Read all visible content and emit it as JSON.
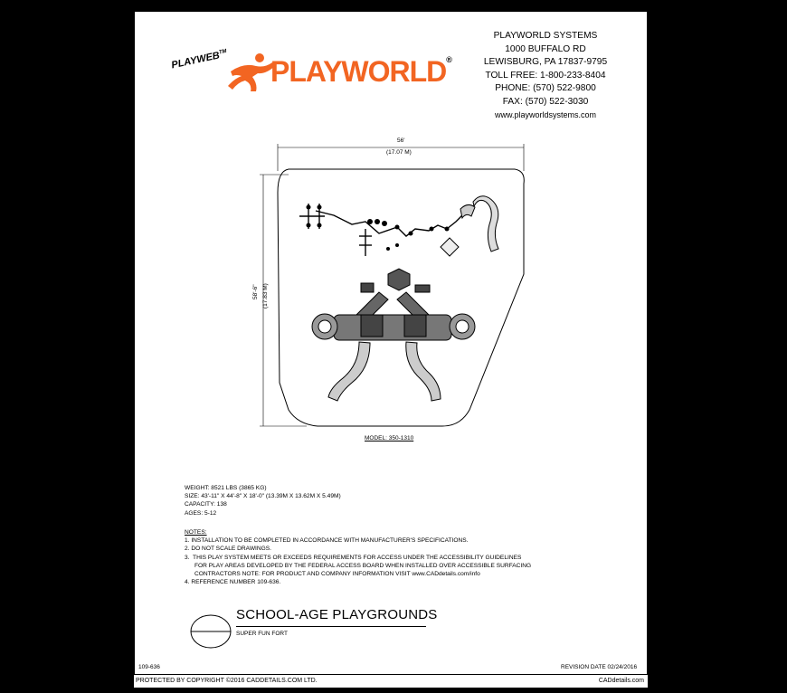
{
  "brand": {
    "playweb": "PLAYWEB",
    "tm": "TM",
    "logo_text": "PLAYWORLD",
    "registered": "®",
    "accent_color": "#f26522"
  },
  "address": {
    "lines": [
      "PLAYWORLD SYSTEMS",
      "1000 BUFFALO RD",
      "LEWISBURG, PA 17837-9795",
      "TOLL FREE: 1-800-233-8404",
      "PHONE: (570) 522-9800",
      "FAX: (570) 522-3030",
      "www.playworldsystems.com"
    ]
  },
  "drawing": {
    "width_dim": "56'",
    "width_dim_metric": "(17.07 M)",
    "height_dim": "58'-6\"",
    "height_dim_metric": "(17.83 M)",
    "model": "MODEL: 350-1310"
  },
  "specs": {
    "weight": "WEIGHT: 8521 LBS (3865 KG)",
    "size": "SIZE: 43'-11\" X 44'-8\" X 18'-0\" (13.39M X 13.62M X 5.49M)",
    "capacity": "CAPACITY: 138",
    "ages": "AGES: 5-12"
  },
  "notes": {
    "heading": "NOTES:",
    "items": [
      "1.  INSTALLATION TO BE COMPLETED IN ACCORDANCE WITH MANUFACTURER'S SPECIFICATIONS.",
      "2.  DO NOT SCALE DRAWINGS.",
      "3.  THIS PLAY SYSTEM MEETS OR EXCEEDS REQUIREMENTS FOR ACCESS UNDER THE ACCESSIBILITY GUIDELINES",
      "      FOR PLAY AREAS DEVELOPED BY THE FEDERAL ACCESS BOARD WHEN INSTALLED OVER ACCESSIBLE SURFACING",
      "      CONTRACTORS NOTE: FOR PRODUCT AND COMPANY INFORMATION VISIT www.CADdetails.com/info",
      "4.  REFERENCE NUMBER 109-636."
    ]
  },
  "title_block": {
    "title": "SCHOOL-AGE PLAYGROUNDS",
    "subtitle": "SUPER FUN FORT",
    "drawing_number": "109-636",
    "revision": "REVISION DATE 02/24/2016"
  },
  "footer": {
    "copyright": "PROTECTED BY COPYRIGHT ©2016 CADDETAILS.COM LTD.",
    "site": "CADdetails.com"
  }
}
